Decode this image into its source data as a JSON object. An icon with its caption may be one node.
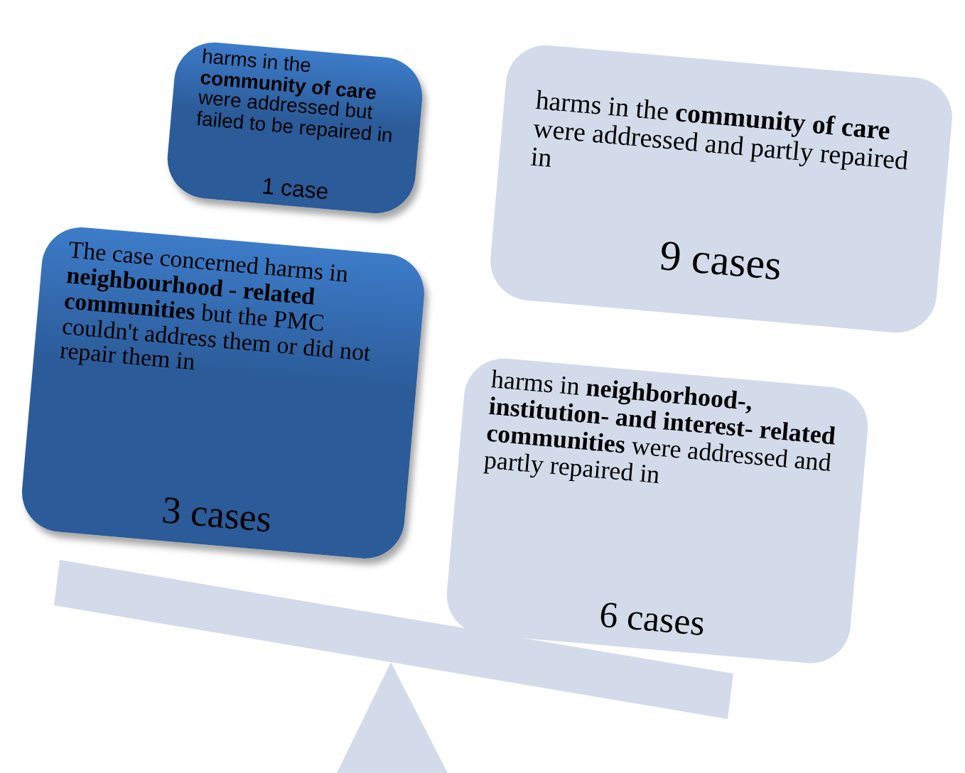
{
  "diagram": {
    "nodes": [
      {
        "text": [
          "harms in the **community of care** were addressed but failed to be repaired in",
          "1 case"
        ]
      },
      {
        "text": [
          "harms in the **community of care** were addressed and partly repaired in",
          "9 cases"
        ]
      },
      {
        "text": [
          "The case concerned harms in **neighbourhood - related communities** but the PMC couldn't address them or did not repair them in",
          "3 cases"
        ]
      },
      {
        "text": [
          "harms in **neighborhood-, institution- and interest- related communities** were addressed and partly repaired in",
          "6 cases"
        ]
      }
    ]
  }
}
